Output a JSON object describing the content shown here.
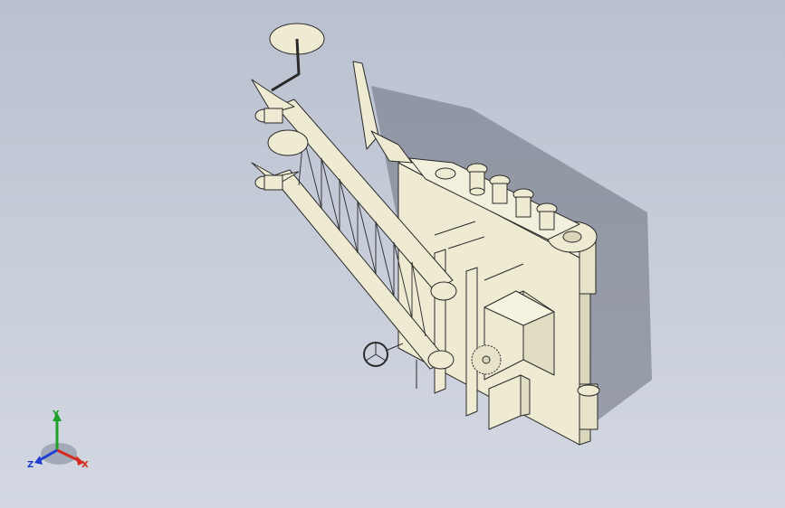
{
  "viewport": {
    "type": "cad-3d-view",
    "model_description_icon": "isometric-machine-model",
    "background_top": "#b9c0cf",
    "background_bottom": "#d3d8e2"
  },
  "triad": {
    "x_label": "X",
    "y_label": "Y",
    "z_label": "Z",
    "x_color": "#d42a1f",
    "y_color": "#1fa02a",
    "z_color": "#1f3fd4"
  },
  "model": {
    "part_color": "#eeebd2",
    "edge_color": "#2a2a2a",
    "shadow_color": "#5f6470"
  }
}
